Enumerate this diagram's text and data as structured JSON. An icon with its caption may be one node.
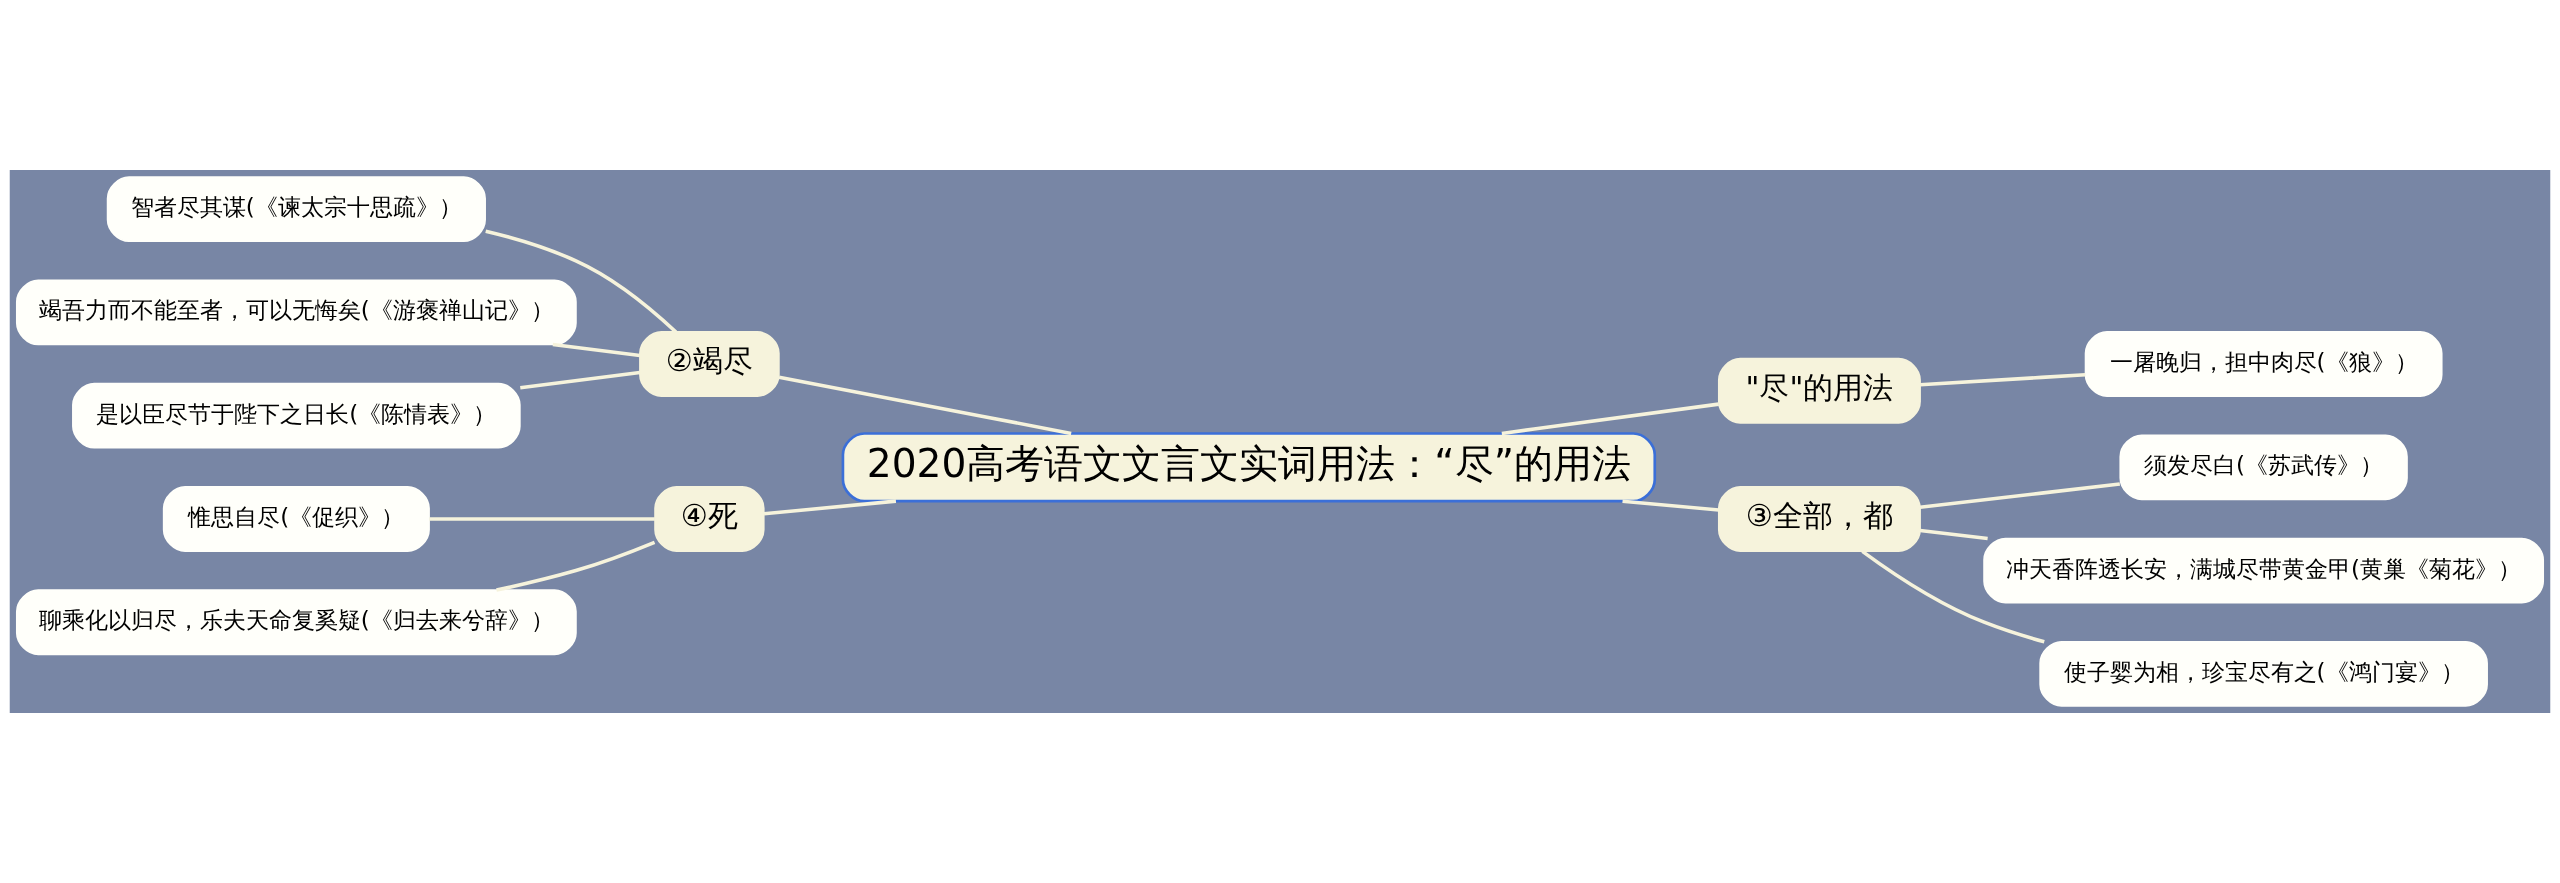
{
  "diagram": {
    "nodes": [
      {
        "text": [
          "2020高考语文文言文实词用法：“尽”的用法"
        ]
      },
      {
        "text": [
          "②竭尽"
        ]
      },
      {
        "text": [
          "智者尽其谋(《谏太宗十思疏》）"
        ]
      },
      {
        "text": [
          "竭吾力而不能至者，可以无悔矣(《游褒禅山记》）"
        ]
      },
      {
        "text": [
          "是以臣尽节于陛下之日长(《陈情表》）"
        ]
      },
      {
        "text": [
          "④死"
        ]
      },
      {
        "text": [
          "惟思自尽(《促织》）"
        ]
      },
      {
        "text": [
          "聊乘化以归尽，乐夫天命复奚疑(《归去来兮辞》）"
        ]
      },
      {
        "text": [
          "\"尽\"的用法"
        ]
      },
      {
        "text": [
          "一屠晚归，担中肉尽(《狼》）"
        ]
      },
      {
        "text": [
          "③全部，都"
        ]
      },
      {
        "text": [
          "须发尽白(《苏武传》）"
        ]
      },
      {
        "text": [
          "冲天香阵透长安，满城尽带黄金甲(黄巢《菊花》）"
        ]
      },
      {
        "text": [
          "使子婴为相，珍宝尽有之(《鸿门宴》）"
        ]
      }
    ],
    "edges": [
      {
        "from": 0,
        "to": 1,
        "arrow": "none"
      },
      {
        "from": 1,
        "to": 2,
        "arrow": "none"
      },
      {
        "from": 1,
        "to": 3,
        "arrow": "none"
      },
      {
        "from": 1,
        "to": 4,
        "arrow": "none"
      },
      {
        "from": 0,
        "to": 5,
        "arrow": "none"
      },
      {
        "from": 5,
        "to": 6,
        "arrow": "none"
      },
      {
        "from": 5,
        "to": 7,
        "arrow": "none"
      },
      {
        "from": 0,
        "to": 8,
        "arrow": "none"
      },
      {
        "from": 8,
        "to": 9,
        "arrow": "none"
      },
      {
        "from": 0,
        "to": 10,
        "arrow": "none"
      },
      {
        "from": 10,
        "to": 11,
        "arrow": "none"
      },
      {
        "from": 10,
        "to": 12,
        "arrow": "none"
      },
      {
        "from": 10,
        "to": 13,
        "arrow": "none"
      }
    ]
  }
}
